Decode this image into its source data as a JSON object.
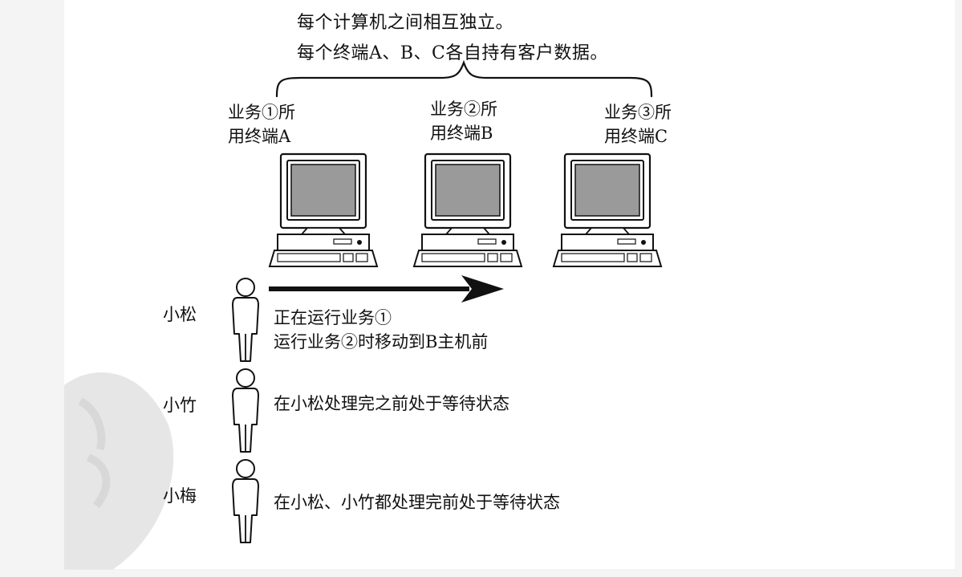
{
  "header": {
    "line1": "每个计算机之间相互独立。",
    "line2": "每个终端A、B、C各自持有客户数据。"
  },
  "terminals": [
    {
      "line1": "业务①所",
      "line2": "用终端A",
      "icon": "computer-icon"
    },
    {
      "line1": "业务②所",
      "line2": "用终端B",
      "icon": "computer-icon"
    },
    {
      "line1": "业务③所",
      "line2": "用终端C",
      "icon": "computer-icon"
    }
  ],
  "people": [
    {
      "name": "小松",
      "desc_line1": "正在运行业务①",
      "desc_line2": "运行业务②时移动到B主机前",
      "icon": "person-icon"
    },
    {
      "name": "小竹",
      "desc_line1": "在小松处理完之前处于等待状态",
      "icon": "person-icon"
    },
    {
      "name": "小梅",
      "desc_line1": "在小松、小竹都处理完前处于等待状态",
      "icon": "person-icon"
    }
  ],
  "arrow": {
    "icon": "arrow-right-icon"
  },
  "brace": {
    "icon": "curly-brace-icon"
  },
  "colors": {
    "ink": "#111111",
    "screen": "#9a9a9a",
    "background": "#f4f4f4",
    "panel": "#ffffff"
  }
}
